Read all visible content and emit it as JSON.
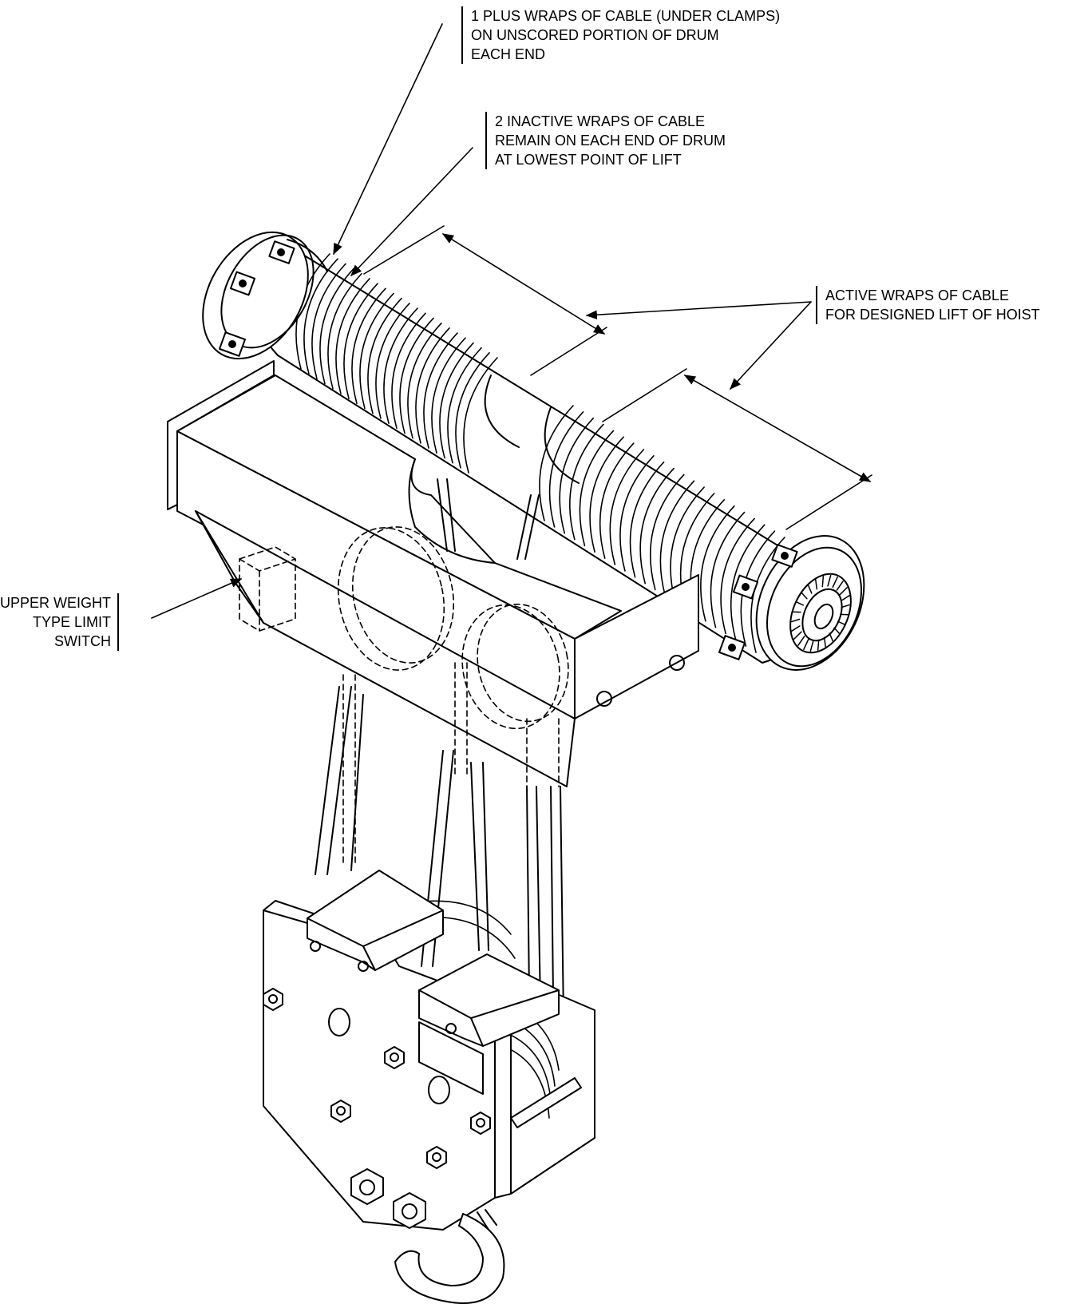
{
  "callouts": {
    "end_wraps": {
      "lines": [
        "1 PLUS WRAPS OF CABLE (UNDER CLAMPS)",
        "ON UNSCORED PORTION OF DRUM",
        "EACH END"
      ]
    },
    "inactive_wraps": {
      "lines": [
        "2 INACTIVE WRAPS OF CABLE",
        "REMAIN ON EACH END OF DRUM",
        "AT LOWEST POINT OF LIFT"
      ]
    },
    "active_wraps": {
      "lines": [
        "ACTIVE WRAPS OF CABLE",
        "FOR DESIGNED LIFT OF HOIST"
      ]
    },
    "limit_switch": {
      "lines": [
        "UPPER WEIGHT",
        "TYPE LIMIT",
        "SWITCH"
      ]
    }
  },
  "drum_grooves": {
    "left_section": 22,
    "right_section": 22
  }
}
